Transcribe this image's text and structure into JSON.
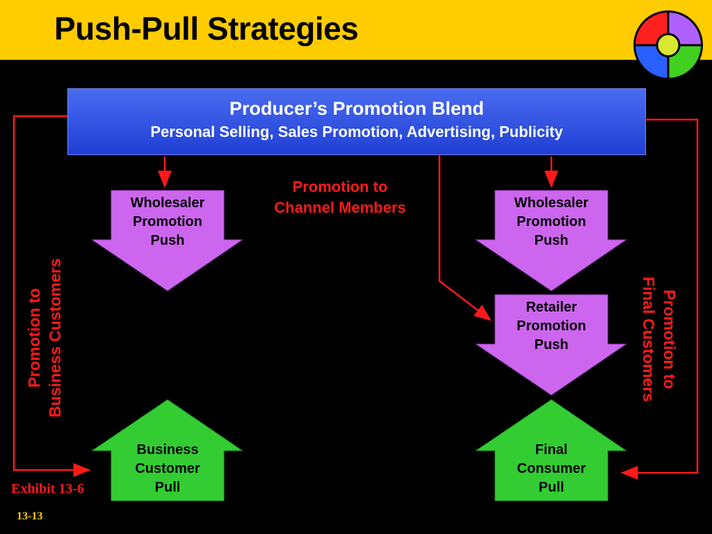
{
  "title": "Push-Pull Strategies",
  "blend": {
    "title": "Producer’s Promotion Blend",
    "subtitle": "Personal Selling,  Sales Promotion, Advertising, Publicity"
  },
  "labels": {
    "channel_members": [
      "Promotion to",
      "Channel Members"
    ],
    "business_customers": [
      "Promotion to",
      "Business Customers"
    ],
    "final_customers": [
      "Promotion to",
      "Final Customers"
    ]
  },
  "shapes": {
    "wholesaler_left": [
      "Wholesaler",
      "Promotion",
      "Push"
    ],
    "wholesaler_right": [
      "Wholesaler",
      "Promotion",
      "Push"
    ],
    "retailer": [
      "Retailer",
      "Promotion",
      "Push"
    ],
    "business_pull": [
      "Business",
      "Customer",
      "Pull"
    ],
    "final_pull": [
      "Final",
      "Consumer",
      "Pull"
    ]
  },
  "exhibit": "Exhibit 13-6",
  "page_number": "13-13",
  "colors": {
    "title_bar": "#ffcc00",
    "push_shape": "#cc66ee",
    "pull_shape": "#33cc33",
    "line_red": "#ff1a1a",
    "blend_box": "#2f50e0"
  }
}
